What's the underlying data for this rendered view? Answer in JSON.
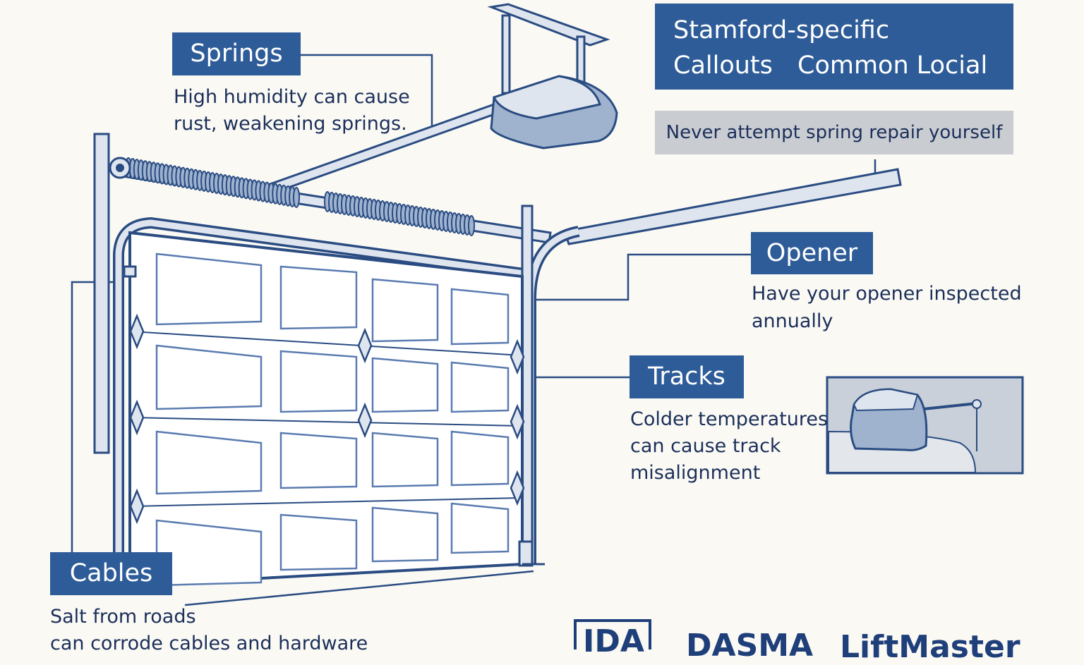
{
  "header": {
    "line1": "Stamford-specific",
    "line2a": "Callouts",
    "line2b": "Common Locial"
  },
  "warning": "Never attempt spring repair yourself",
  "callouts": {
    "springs": {
      "label": "Springs",
      "text": [
        "High humidity can cause",
        "rust, weakening springs."
      ]
    },
    "opener": {
      "label": "Opener",
      "text": [
        "Have your opener inspected",
        "annually"
      ]
    },
    "tracks": {
      "label": "Tracks",
      "text": [
        "Colder temperatures",
        "can cause track",
        "misalignment"
      ]
    },
    "cables": {
      "label": "Cables",
      "text": [
        "Salt from roads",
        "can corrode cables and hardware"
      ]
    }
  },
  "logos": [
    "IDA",
    "DASMA",
    "LiftMaster"
  ],
  "colors": {
    "accent": "#2e5c98",
    "line": "#2a4c82",
    "panel": "#ffffff",
    "warning_bg": "#c9ccd1"
  }
}
